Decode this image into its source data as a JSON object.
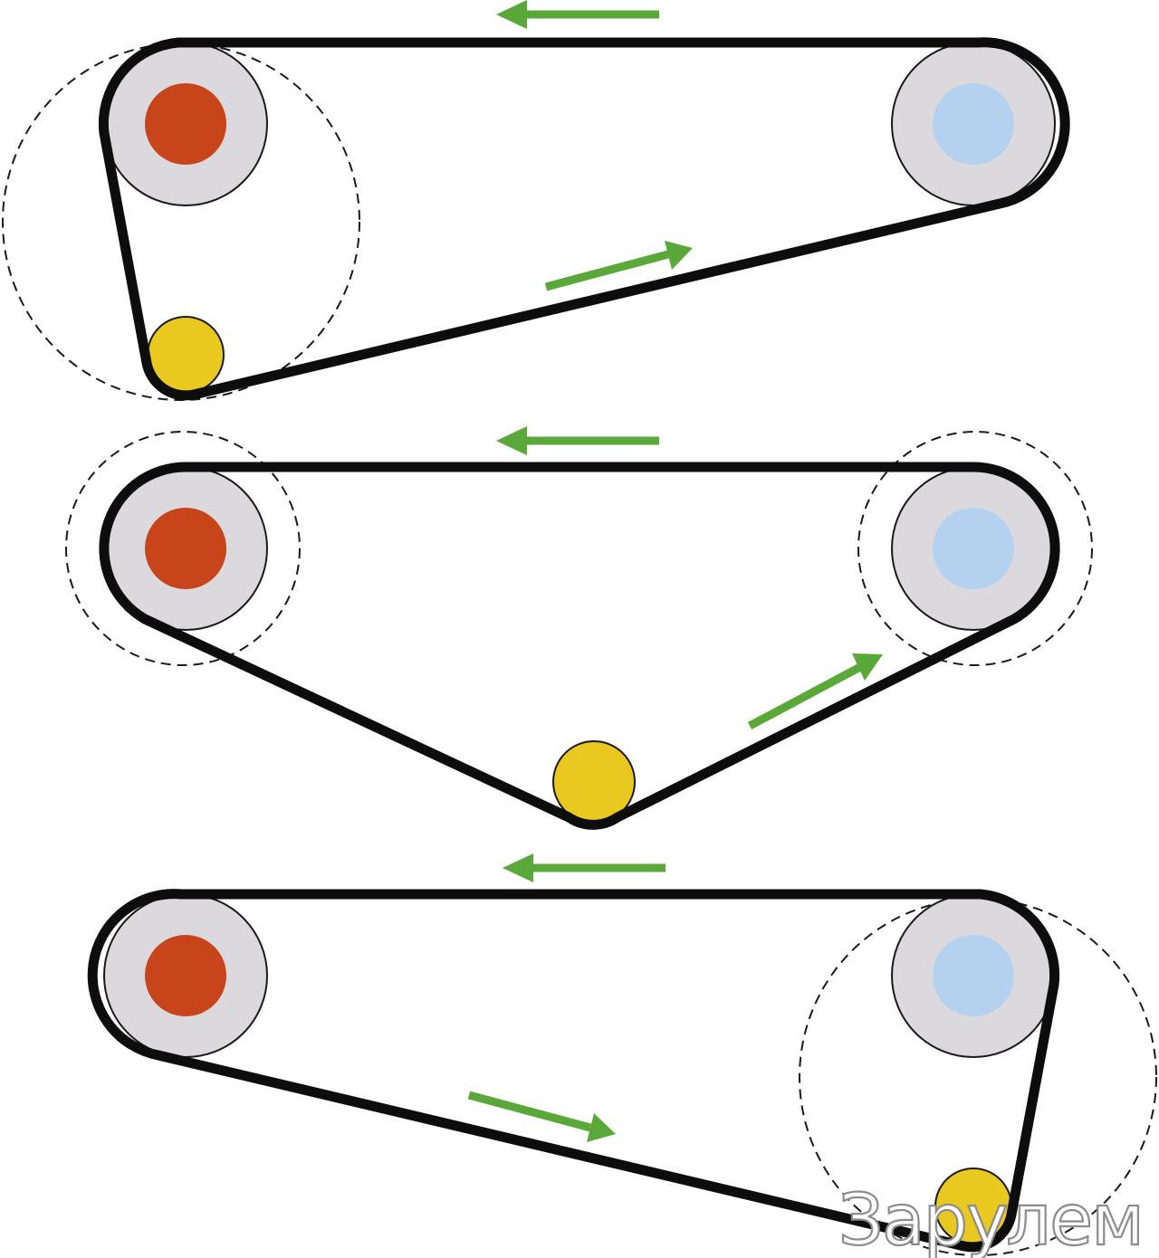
{
  "diagram": {
    "colors": {
      "belt": "#0d0d0d",
      "pulley_disc": "#dcd9de",
      "pulley_outline": "#1a1a1a",
      "drive_hub": "#c8451c",
      "driven_hub": "#b4d2f0",
      "idler": "#e9c920",
      "arrow": "#5aa83a",
      "dashed_circle": "#1a1a1a",
      "background": "#ffffff"
    },
    "panels": [
      {
        "id": "top",
        "parts": [
          "drive-pulley",
          "driven-pulley",
          "idler-roller",
          "belt",
          "dashed-circle-around-drive-pulley",
          "arrow-left",
          "arrow-up-right"
        ]
      },
      {
        "id": "middle",
        "parts": [
          "drive-pulley",
          "driven-pulley",
          "idler-roller",
          "belt",
          "dashed-circle-around-drive-pulley",
          "dashed-circle-around-driven-pulley",
          "arrow-left",
          "arrow-up-right"
        ]
      },
      {
        "id": "bottom",
        "parts": [
          "drive-pulley",
          "driven-pulley",
          "idler-roller",
          "belt",
          "dashed-circle-around-driven-pulley",
          "arrow-left",
          "arrow-down-right"
        ]
      }
    ],
    "watermark": "Зарулем"
  }
}
